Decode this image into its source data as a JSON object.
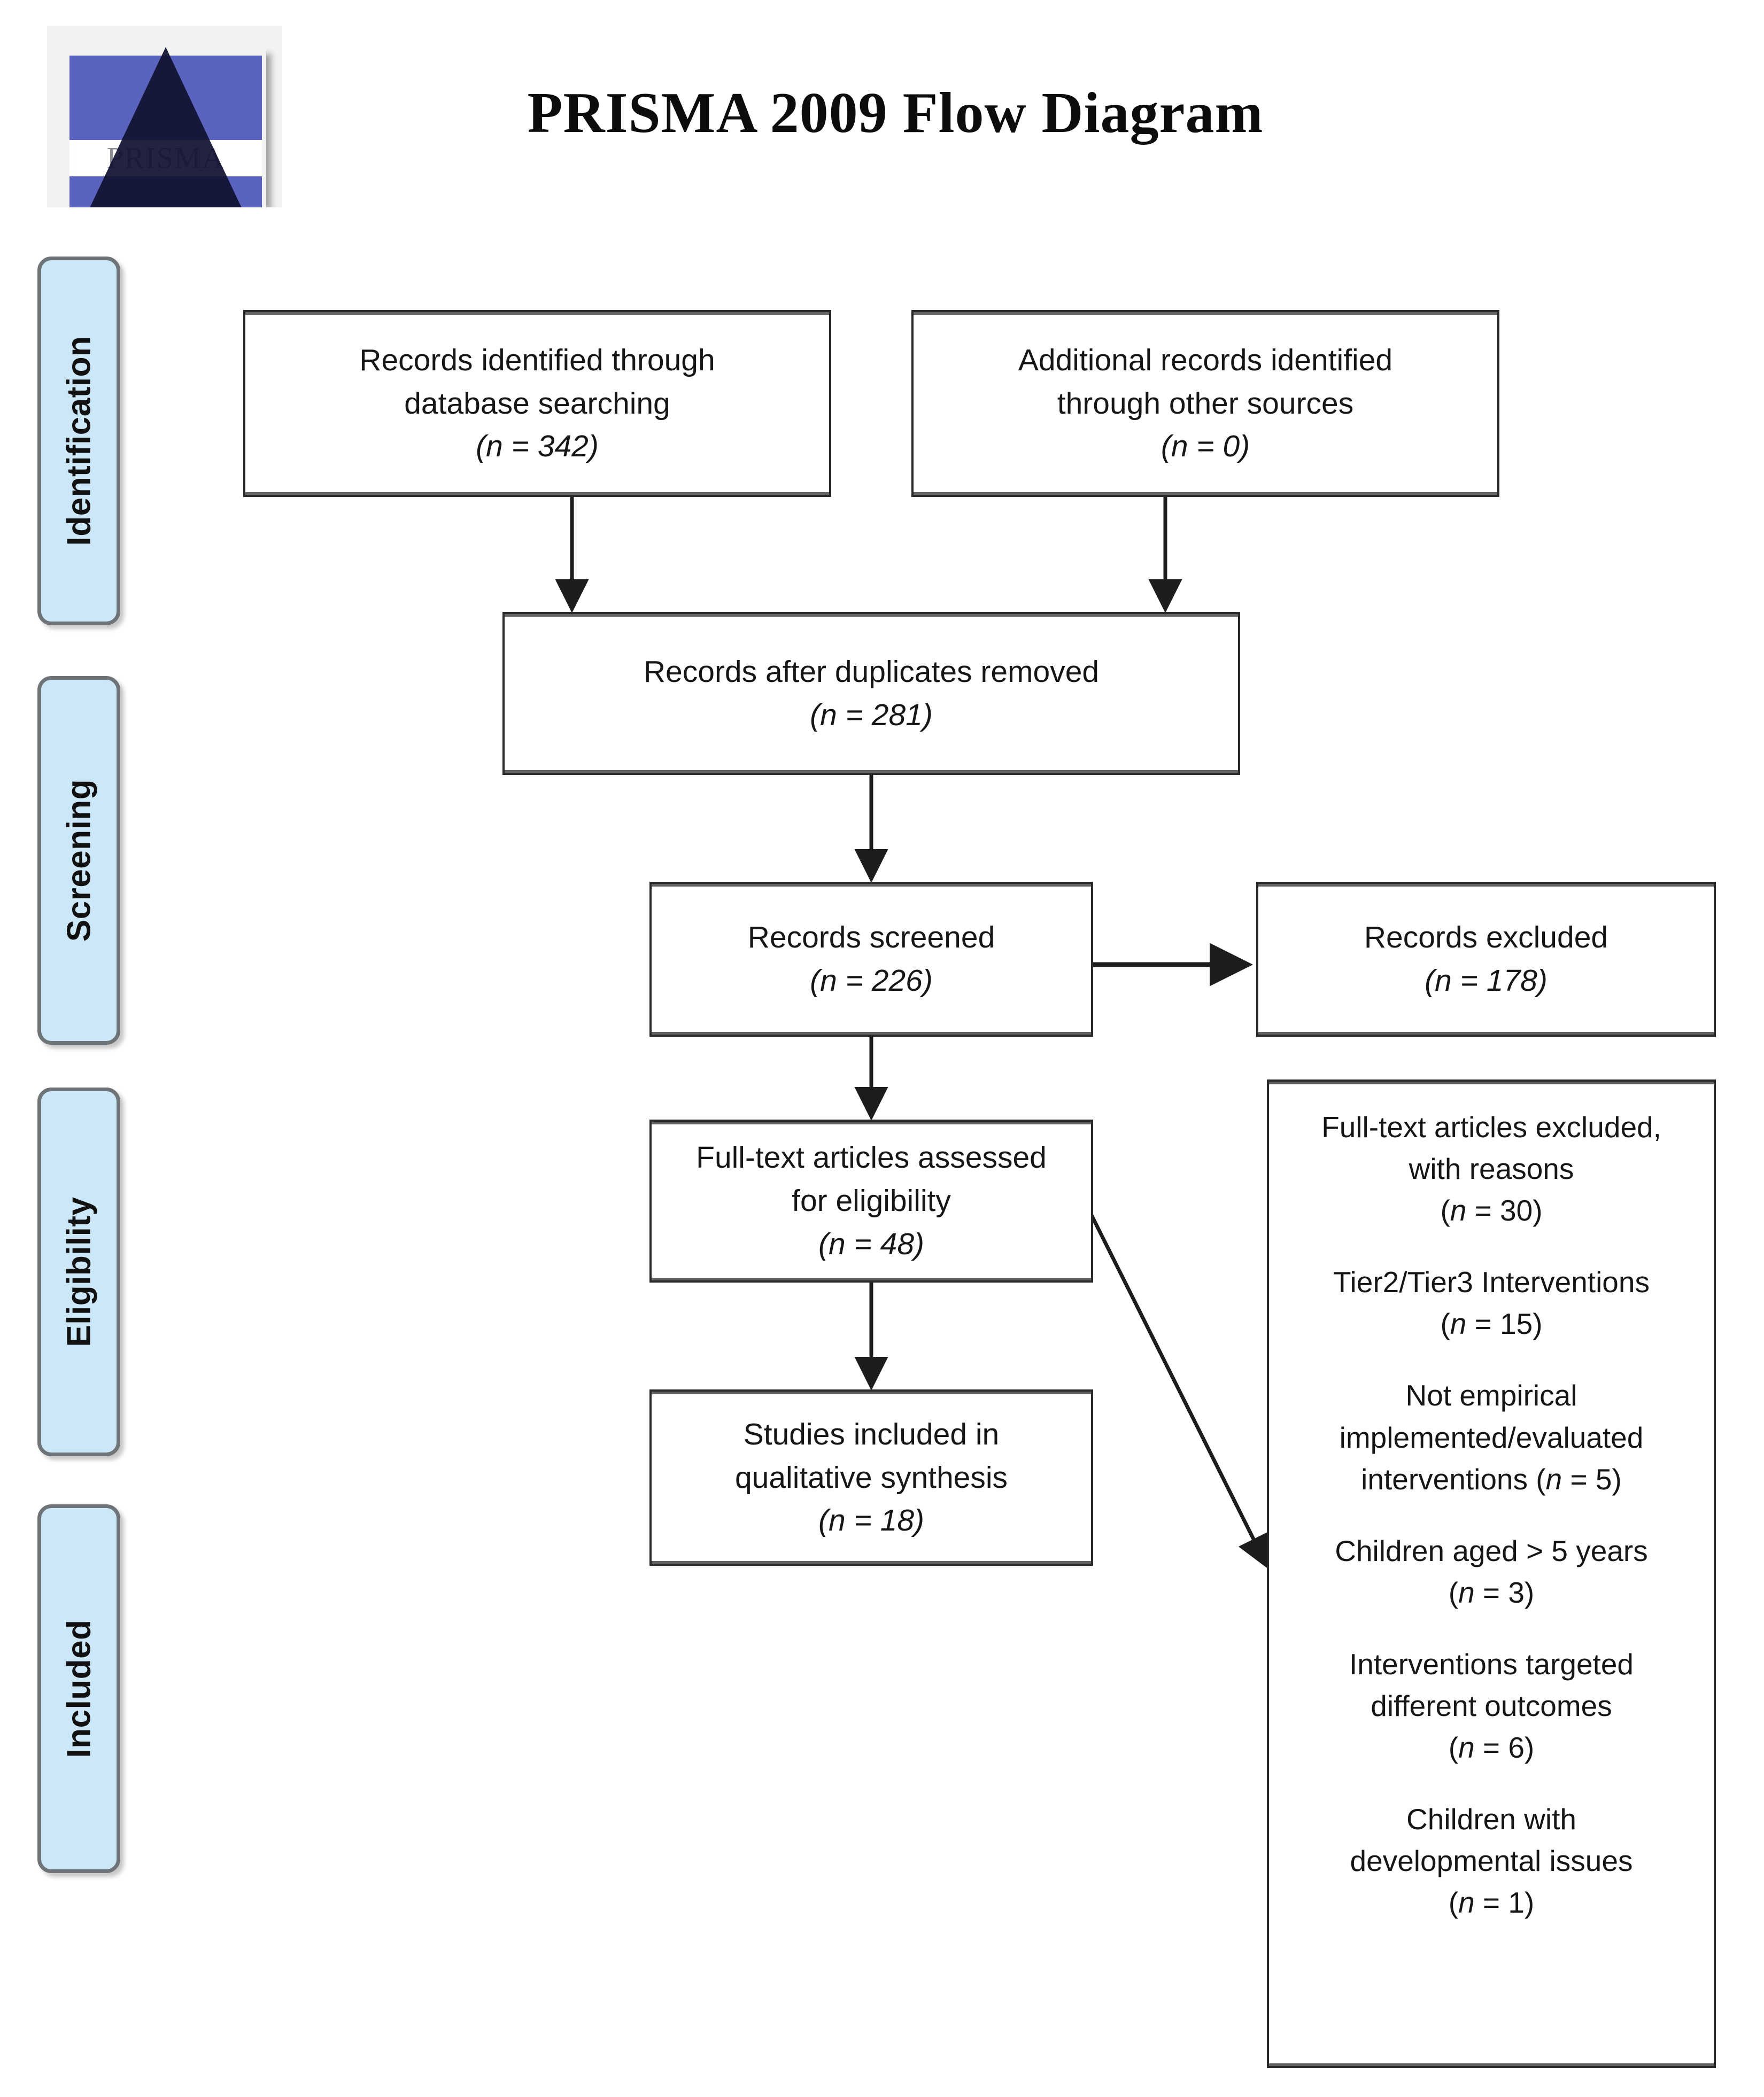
{
  "header": {
    "title": "PRISMA 2009 Flow Diagram",
    "logo_word": "PRISMA"
  },
  "stages": [
    {
      "label": "Identification"
    },
    {
      "label": "Screening"
    },
    {
      "label": "Eligibility"
    },
    {
      "label": "Included"
    }
  ],
  "boxes": {
    "db_search": {
      "l1": "Records identified through",
      "l2": "database searching",
      "l3": "(n = 342)"
    },
    "other_src": {
      "l1": "Additional records identified",
      "l2": "through other sources",
      "l3": "(n = 0)"
    },
    "dedup": {
      "l1": "Records after duplicates removed",
      "l2": "(n = 281)"
    },
    "screened": {
      "l1": "Records screened",
      "l2": "(n = 226)"
    },
    "excluded": {
      "l1": "Records excluded",
      "l2": "(n = 178)"
    },
    "fulltext": {
      "l1": "Full-text articles assessed",
      "l2": "for eligibility",
      "l3": "(n = 48)"
    },
    "included": {
      "l1": "Studies included in",
      "l2": "qualitative synthesis",
      "l3": "(n = 18)"
    }
  },
  "reasons_box": {
    "items": [
      {
        "text": "Full-text articles excluded,\nwith reasons\n(n = 30)"
      },
      {
        "text": "Tier2/Tier3 Interventions\n(n = 15)"
      },
      {
        "text": "Not empirical\nimplemented/evaluated\ninterventions (n = 5)"
      },
      {
        "text": "Children aged > 5 years\n(n = 3)"
      },
      {
        "text": "Interventions targeted\ndifferent outcomes\n(n = 6)"
      },
      {
        "text": "Children with\ndevelopmental issues\n(n = 1)"
      }
    ]
  },
  "chart_data": {
    "type": "diagram",
    "title": "PRISMA 2009 Flow Diagram",
    "nodes": [
      {
        "id": "db_search",
        "stage": "Identification",
        "label": "Records identified through database searching",
        "n": 342
      },
      {
        "id": "other_src",
        "stage": "Identification",
        "label": "Additional records identified through other sources",
        "n": 0
      },
      {
        "id": "dedup",
        "stage": "Identification",
        "label": "Records after duplicates removed",
        "n": 281
      },
      {
        "id": "screened",
        "stage": "Screening",
        "label": "Records screened",
        "n": 226
      },
      {
        "id": "excluded",
        "stage": "Screening",
        "label": "Records excluded",
        "n": 178
      },
      {
        "id": "fulltext",
        "stage": "Eligibility",
        "label": "Full-text articles assessed for eligibility",
        "n": 48
      },
      {
        "id": "reasons",
        "stage": "Eligibility",
        "label": "Full-text articles excluded, with reasons",
        "n": 30
      },
      {
        "id": "included",
        "stage": "Included",
        "label": "Studies included in qualitative synthesis",
        "n": 18
      }
    ],
    "exclusion_reasons": [
      {
        "reason": "Tier2/Tier3 Interventions",
        "n": 15
      },
      {
        "reason": "Not empirical implemented/evaluated interventions",
        "n": 5
      },
      {
        "reason": "Children aged > 5 years",
        "n": 3
      },
      {
        "reason": "Interventions targeted different outcomes",
        "n": 6
      },
      {
        "reason": "Children with developmental issues",
        "n": 1
      }
    ],
    "edges": [
      {
        "from": "db_search",
        "to": "dedup"
      },
      {
        "from": "other_src",
        "to": "dedup"
      },
      {
        "from": "dedup",
        "to": "screened"
      },
      {
        "from": "screened",
        "to": "excluded"
      },
      {
        "from": "screened",
        "to": "fulltext"
      },
      {
        "from": "fulltext",
        "to": "included"
      },
      {
        "from": "fulltext",
        "to": "reasons"
      }
    ]
  },
  "colors": {
    "stage_fill": "#cce8f8",
    "stage_border": "#6e7478",
    "box_border": "#2a2a2a",
    "logo_blue": "#5a63bd"
  }
}
